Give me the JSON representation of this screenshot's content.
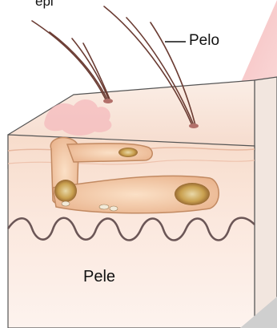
{
  "labels": {
    "top_cut": "epi",
    "hair": "Pelo",
    "skin": "Pele"
  }
}
